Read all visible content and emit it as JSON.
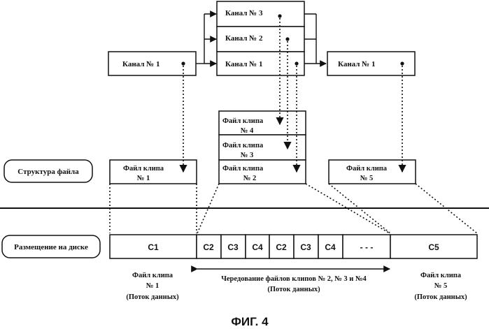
{
  "channels_left": {
    "ch1": "Канал № 1"
  },
  "channels_mid": {
    "ch3": "Канал № 3",
    "ch2": "Канал № 2",
    "ch1": "Канал № 1"
  },
  "channels_right": {
    "ch1": "Канал № 1"
  },
  "row_labels": {
    "file_structure": "Структура файла",
    "disk_layout": "Размещение на диске"
  },
  "clip_files": {
    "c1": {
      "line1": "Файл клипа",
      "line2": "№ 1"
    },
    "c4": {
      "line1": "Файл клипа",
      "line2": "№ 4"
    },
    "c3": {
      "line1": "Файл клипа",
      "line2": "№ 3"
    },
    "c2": {
      "line1": "Файл клипа",
      "line2": "№ 2"
    },
    "c5": {
      "line1": "Файл клипа",
      "line2": "№ 5"
    }
  },
  "disk_segments": [
    "C1",
    "C2",
    "C3",
    "C4",
    "C2",
    "C3",
    "C4",
    "- - -",
    "C5"
  ],
  "captions": {
    "left": {
      "line1": "Файл клипа",
      "line2": "№ 1",
      "line3": "(Поток данных)"
    },
    "middle": {
      "line1": "Чередование файлов клипов № 2, № 3 и №4",
      "line2": "(Поток данных)"
    },
    "right": {
      "line1": "Файл клипа",
      "line2": "№ 5",
      "line3": "(Поток данных)"
    }
  },
  "figure_caption": "ФИГ. 4"
}
